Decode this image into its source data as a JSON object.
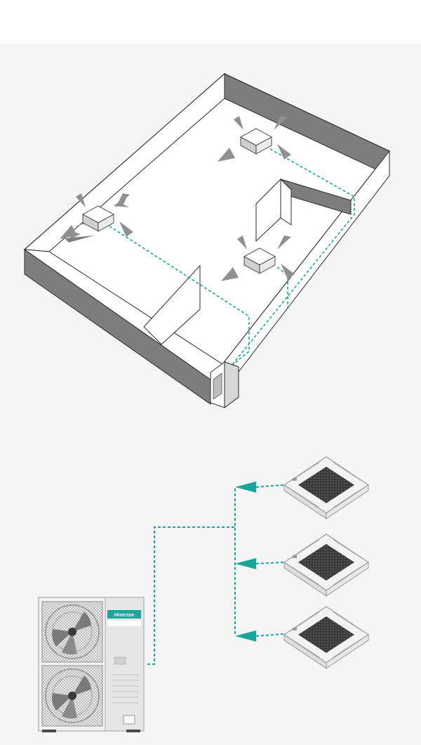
{
  "diagram": {
    "accent_color": "#1aa59a",
    "wall_dark": "#7d7d7d",
    "outline": "#2a2a2a",
    "floor_plan": {
      "indoor_units": [
        "ceiling-cassette-unit",
        "ceiling-cassette-unit",
        "ceiling-cassette-unit"
      ],
      "outdoor_units": [
        "outdoor-unit"
      ],
      "airflow_icon": "four-way-airflow-arrows"
    },
    "system": {
      "outdoor_unit": {
        "brand": "Hisense",
        "fan_count": 2
      },
      "indoor_units_count": 3
    }
  }
}
